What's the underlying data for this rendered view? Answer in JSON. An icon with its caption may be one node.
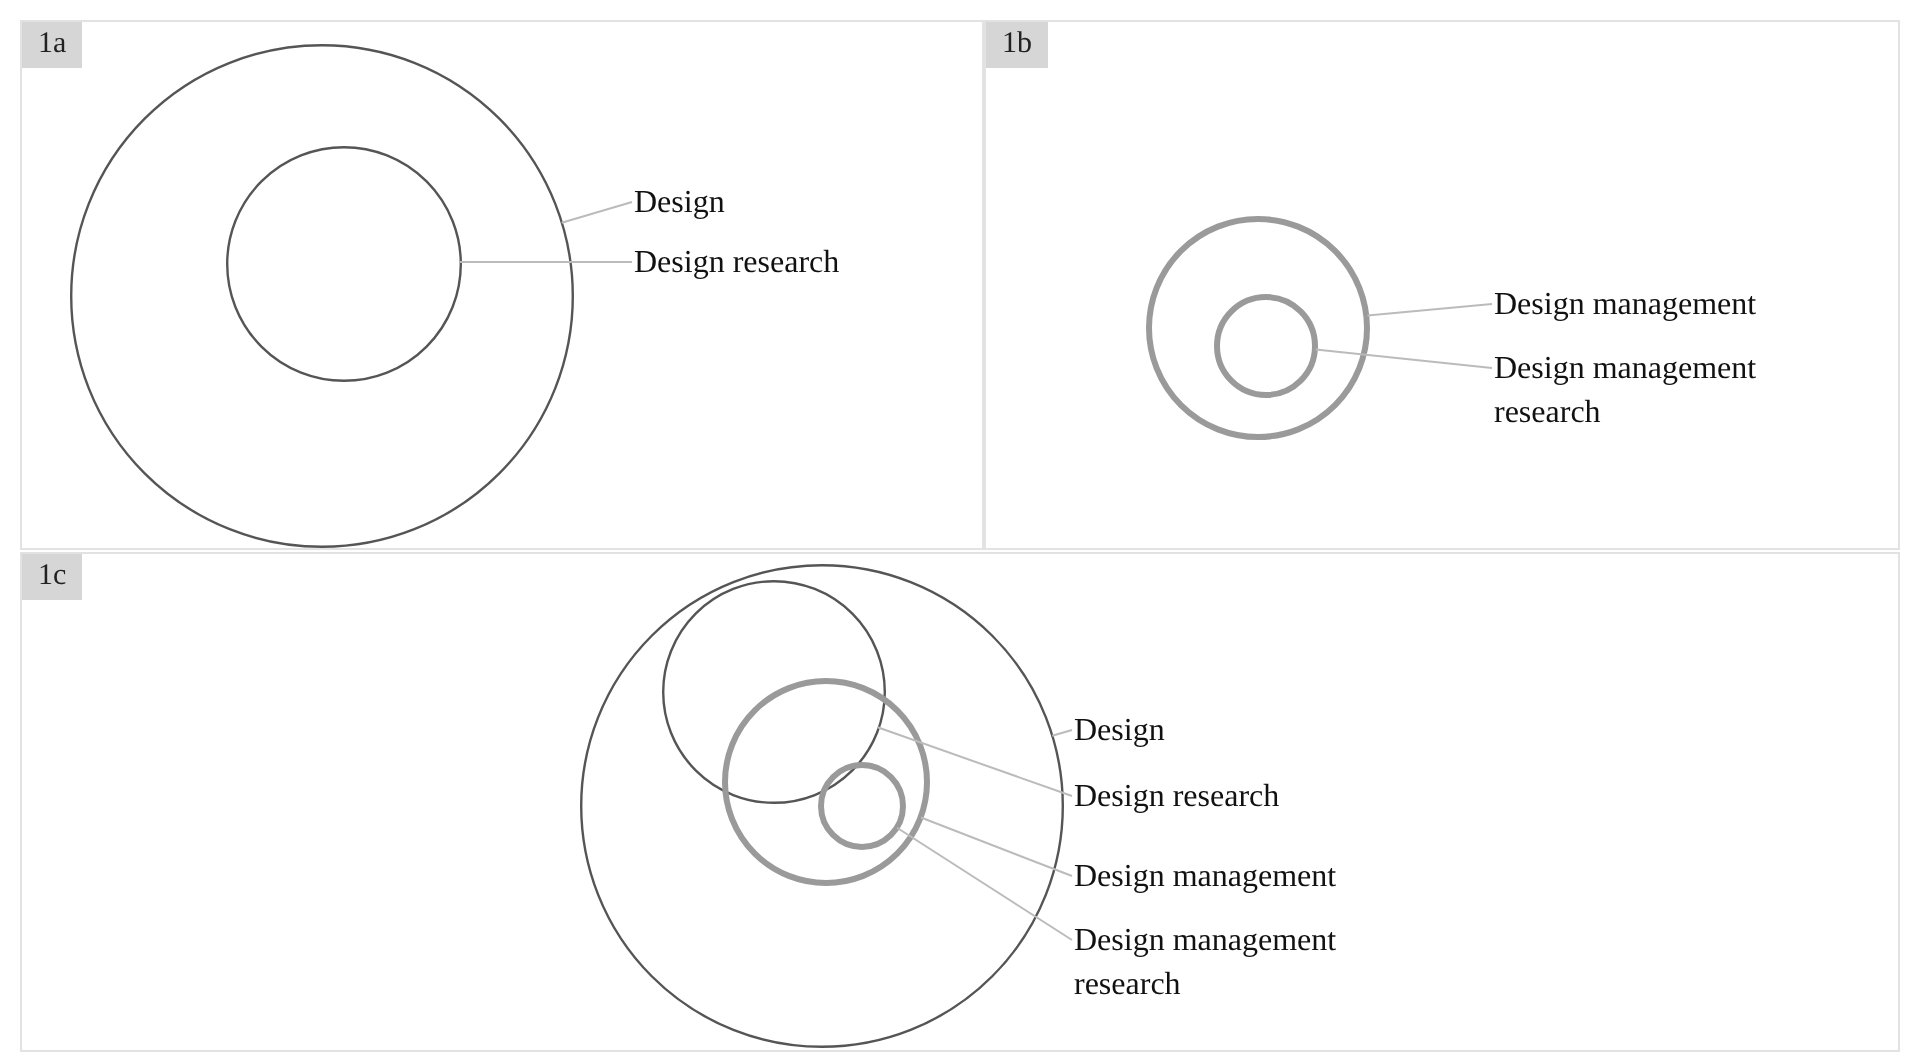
{
  "diagram": {
    "nodes": [
      {
        "text": [
          "1a"
        ]
      },
      {
        "text": [],
        "shape": "circle",
        "in": 0
      },
      {
        "text": [],
        "shape": "circle",
        "in": 1
      },
      {
        "text": [
          "Design"
        ],
        "in": 0
      },
      {
        "text": [
          "Design research"
        ],
        "in": 0
      },
      {
        "text": [
          "1b"
        ]
      },
      {
        "text": [],
        "shape": "circle",
        "in": 5
      },
      {
        "text": [],
        "shape": "circle",
        "in": 6
      },
      {
        "text": [
          "Design management"
        ],
        "in": 5
      },
      {
        "text": [
          "Design management research"
        ],
        "in": 5
      },
      {
        "text": [
          "1c"
        ]
      },
      {
        "text": [],
        "shape": "circle",
        "in": 10
      },
      {
        "text": [],
        "shape": "circle",
        "in": 11
      },
      {
        "text": [],
        "shape": "circle",
        "in": 11
      },
      {
        "text": [],
        "shape": "circle",
        "in": 13
      },
      {
        "text": [
          "Design"
        ],
        "in": 10
      },
      {
        "text": [
          "Design research"
        ],
        "in": 10
      },
      {
        "text": [
          "Design management"
        ],
        "in": 10
      },
      {
        "text": [
          "Design management research"
        ],
        "in": 10
      }
    ],
    "edges": [
      {
        "from": 3,
        "to": 1,
        "arrow": "none"
      },
      {
        "from": 4,
        "to": 2,
        "arrow": "none"
      },
      {
        "from": 8,
        "to": 6,
        "arrow": "none"
      },
      {
        "from": 9,
        "to": 7,
        "arrow": "none"
      },
      {
        "from": 15,
        "to": 11,
        "arrow": "none"
      },
      {
        "from": 16,
        "to": 12,
        "arrow": "none"
      },
      {
        "from": 17,
        "to": 13,
        "arrow": "none"
      },
      {
        "from": 18,
        "to": 14,
        "arrow": "none"
      }
    ]
  }
}
